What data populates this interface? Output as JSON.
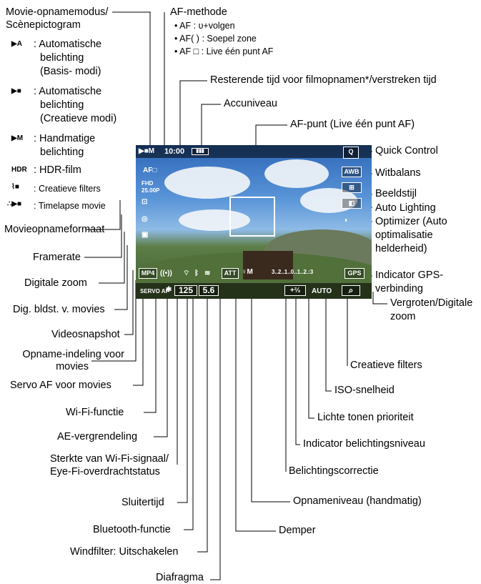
{
  "labels": {
    "movie_mode": "Movie-opnamemodus/",
    "scene_icon": "Scènepictogram",
    "auto_basic_1": ": Automatische",
    "auto_basic_2": "belichting",
    "auto_basic_3": "(Basis- modi)",
    "auto_creative_1": ": Automatische",
    "auto_creative_2": "belichting",
    "auto_creative_3": "(Creatieve modi)",
    "manual_1": ": Handmatige",
    "manual_2": "belichting",
    "hdr": ": HDR-film",
    "creative_filters_mode": ": Creatieve filters",
    "timelapse": ": Timelapse movie",
    "movie_format": "Movieopnameformaat",
    "framerate": "Framerate",
    "digital_zoom": "Digitale zoom",
    "dig_img_stab": "Dig. bldst. v. movies",
    "video_snapshot": "Videosnapshot",
    "rec_format_1": "Opname-indeling voor",
    "rec_format_2": "movies",
    "servo_af": "Servo AF voor movies",
    "wifi": "Wi-Fi-functie",
    "ae_lock": "AE-vergrendeling",
    "wifi_signal_1": "Sterkte van Wi-Fi-signaal/",
    "wifi_signal_2": "Eye-Fi-overdrachtstatus",
    "shutter": "Sluitertijd",
    "bluetooth": "Bluetooth-functie",
    "wind_filter": "Windfilter: Uitschakelen",
    "aperture": "Diafragma",
    "af_method": "AF-methode",
    "af_face_label": "AF",
    "af_face": ": ᴜ+volgen",
    "af_zone_label": "AF( )",
    "af_zone": ": Soepel zone",
    "af_single_label": "AF □",
    "af_single": ": Live één punt AF",
    "remaining_time": "Resterende tijd voor filmopnamen*/verstreken tijd",
    "battery": "Accuniveau",
    "af_point": "AF-punt (Live één punt AF)",
    "quick_control": "Quick Control",
    "white_balance": "Witbalans",
    "picture_style": "Beeldstijl",
    "alo_1": "Auto Lighting",
    "alo_2": "Optimizer (Auto",
    "alo_3": "optimalisatie",
    "alo_4": "helderheid)",
    "gps_1": "Indicator GPS-",
    "gps_2": "verbinding",
    "magnify_1": "Vergroten/Digitale",
    "magnify_2": "zoom",
    "creative_filters": "Creatieve filters",
    "iso": "ISO-snelheid",
    "highlight_tone": "Lichte tonen prioriteit",
    "exposure_level": "Indicator belichtingsniveau",
    "exposure_comp": "Belichtingscorrectie",
    "rec_level": "Opnameniveau (handmatig)",
    "attenuator": "Demper"
  },
  "screen": {
    "time": "10:00",
    "af_mode": "AF□",
    "fhd": "FHD",
    "fps": "25.00P",
    "mp4": "MP4",
    "servo": "SERVO AF",
    "shutter_val": "125",
    "aperture_val": "5.6",
    "att": "ATT",
    "scale": "3..2..1..0..1..2.:3",
    "comp": "+⅔",
    "iso_val": "AUTO",
    "q": "Q",
    "awb": "AWB",
    "gps": "GPS",
    "mag": "⌕"
  },
  "icons": [
    "movie-mode-icon",
    "auto-basic-icon",
    "auto-creative-icon",
    "manual-icon",
    "hdr-icon",
    "creative-filter-icon",
    "timelapse-icon"
  ]
}
